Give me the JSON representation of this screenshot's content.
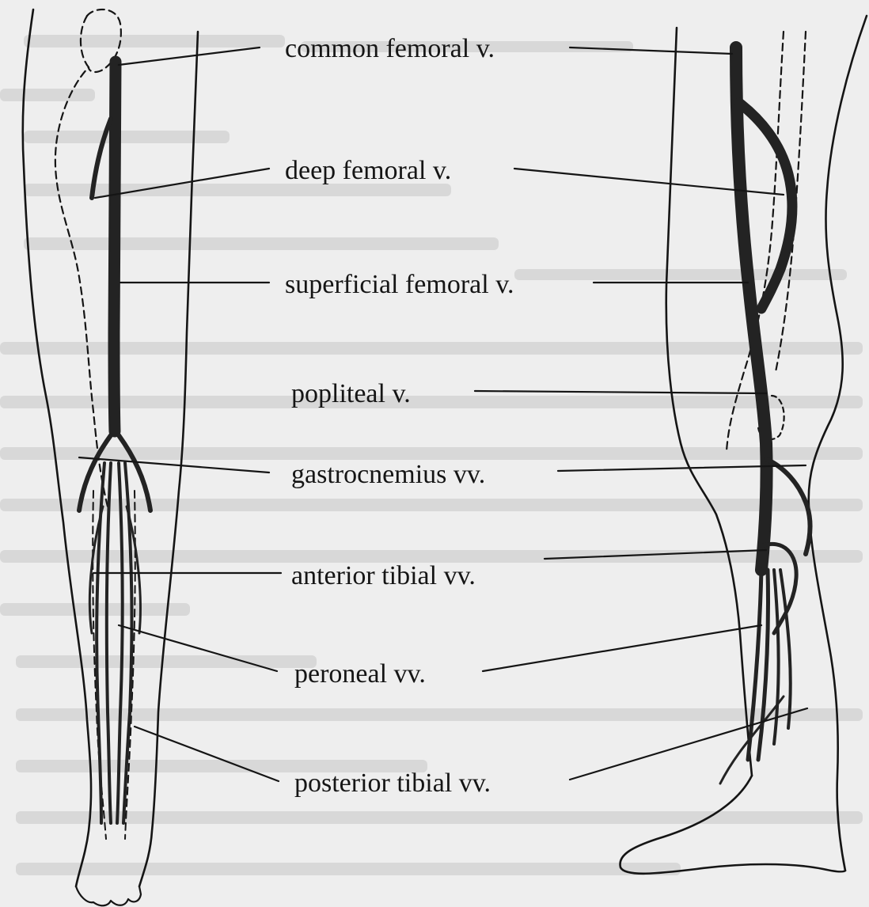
{
  "figure": {
    "labels": [
      {
        "key": "common-femoral",
        "text": "common femoral v."
      },
      {
        "key": "deep-femoral",
        "text": "deep femoral v."
      },
      {
        "key": "superficial-femoral",
        "text": "superficial femoral v."
      },
      {
        "key": "popliteal",
        "text": "popliteal v."
      },
      {
        "key": "gastrocnemius",
        "text": "gastrocnemius vv."
      },
      {
        "key": "anterior-tibial",
        "text": "anterior tibial vv."
      },
      {
        "key": "peroneal",
        "text": "peroneal vv."
      },
      {
        "key": "posterior-tibial",
        "text": "posterior tibial vv."
      }
    ]
  },
  "colors": {
    "paper": "#eeeeee",
    "ink": "#151515",
    "vein": "#232323",
    "faded_text": "#d6d6d6"
  }
}
